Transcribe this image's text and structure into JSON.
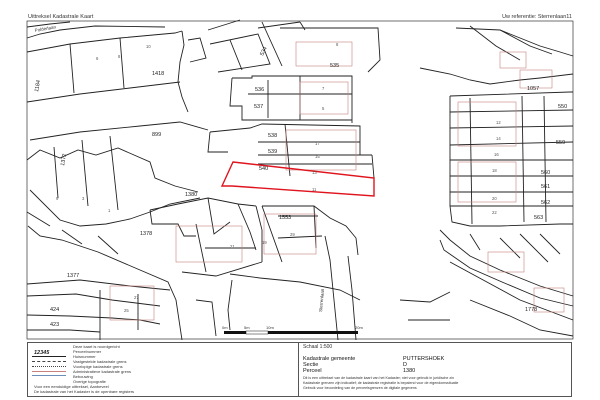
{
  "header": {
    "title": "Uittreksel Kadastrale Kaart",
    "reference": "Uw referentie: Sterrenlaan11"
  },
  "map": {
    "colors": {
      "parcel_lines": "#222222",
      "subject_outline": "#e0141e",
      "building_lines": "#c98080",
      "background": "#ffffff"
    },
    "subject_parcel": "1380",
    "parcel_numbers": {
      "p535": "535",
      "p534": "534",
      "p536": "536",
      "p537": "537",
      "p538": "538",
      "p539": "539",
      "p540": "540",
      "p899": "899",
      "p1418": "1418",
      "p1380": "1380",
      "p1553": "1553",
      "p1378": "1378",
      "p1377": "1377",
      "p424": "424",
      "p423": "423",
      "p1057": "1057",
      "p1778": "1778",
      "p1184": "1184",
      "p550": "550",
      "p559": "559",
      "p560": "560",
      "p561": "561",
      "p562": "562",
      "p563": "563",
      "p1372": "1372"
    },
    "house_numbers": {
      "h7": "7",
      "h5": "5",
      "h8a": "8",
      "h10": "10",
      "h11": "11",
      "h13": "13",
      "h15": "15",
      "h17": "17",
      "h19": "19",
      "h21": "21",
      "h25": "25",
      "h27": "27",
      "h20": "20",
      "h22": "22",
      "h18": "18",
      "h14": "14",
      "h12": "12",
      "h1": "1",
      "h3": "3",
      "h6": "6",
      "h9": "9",
      "h8b": "8",
      "h29": "29",
      "h16": "16"
    },
    "street_labels": {
      "st1": "Polderlaan",
      "st2": "Sterrenlaan"
    }
  },
  "legend": {
    "code": "12345",
    "items": [
      "Deze kaart is noordgericht",
      "Perceelnummer",
      "Huisnummer",
      "Vastgestelde kadastrale grens",
      "Voorlopige kadastrale grens",
      "Administratieve kadastrale grens",
      "Bebouwing",
      "Overige topografie",
      "Voor een eenduidige uittreksel, Aanbeveel",
      "De kadastrale van het Kadaster is de openbare registers"
    ],
    "scale": {
      "title": "Schaal 1:500",
      "ticks": [
        "0m",
        "5m",
        "10m",
        "20m"
      ]
    },
    "info": [
      {
        "label": "Kadastrale gemeente",
        "value": "PUTTERSHOEK"
      },
      {
        "label": "Sectie",
        "value": "D"
      },
      {
        "label": "Perceel",
        "value": "1380"
      }
    ],
    "notes": [
      "Dit is een uittreksel van de kadastrale kaart van het Kadaster; niet voor gebruik in juridische zin",
      "Kadastrale grenzen zijn indicatief; de kadastrale registratie is bepalend voor de eigendomssituatie",
      "Gebruik voor beoordeling van de perceelsgrenzen de digitale gegevens"
    ]
  }
}
